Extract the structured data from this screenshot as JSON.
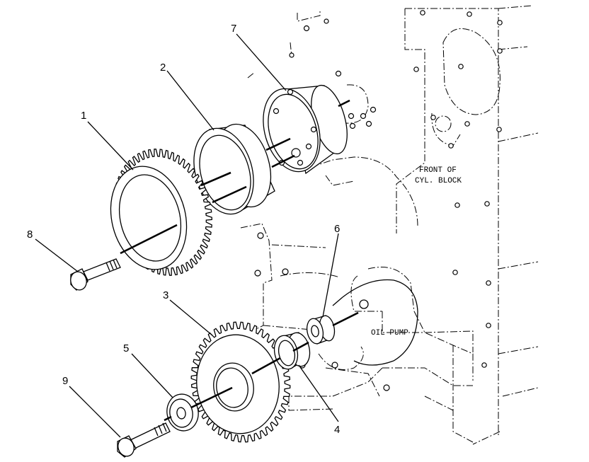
{
  "callouts": {
    "c1": "1",
    "c2": "2",
    "c3": "3",
    "c4": "4",
    "c5": "5",
    "c6": "6",
    "c7": "7",
    "c8": "8",
    "c9": "9"
  },
  "captions": {
    "front_line1": "FRONT OF",
    "front_line2": "CYL. BLOCK",
    "oil_pump": "OIL PUMP"
  }
}
